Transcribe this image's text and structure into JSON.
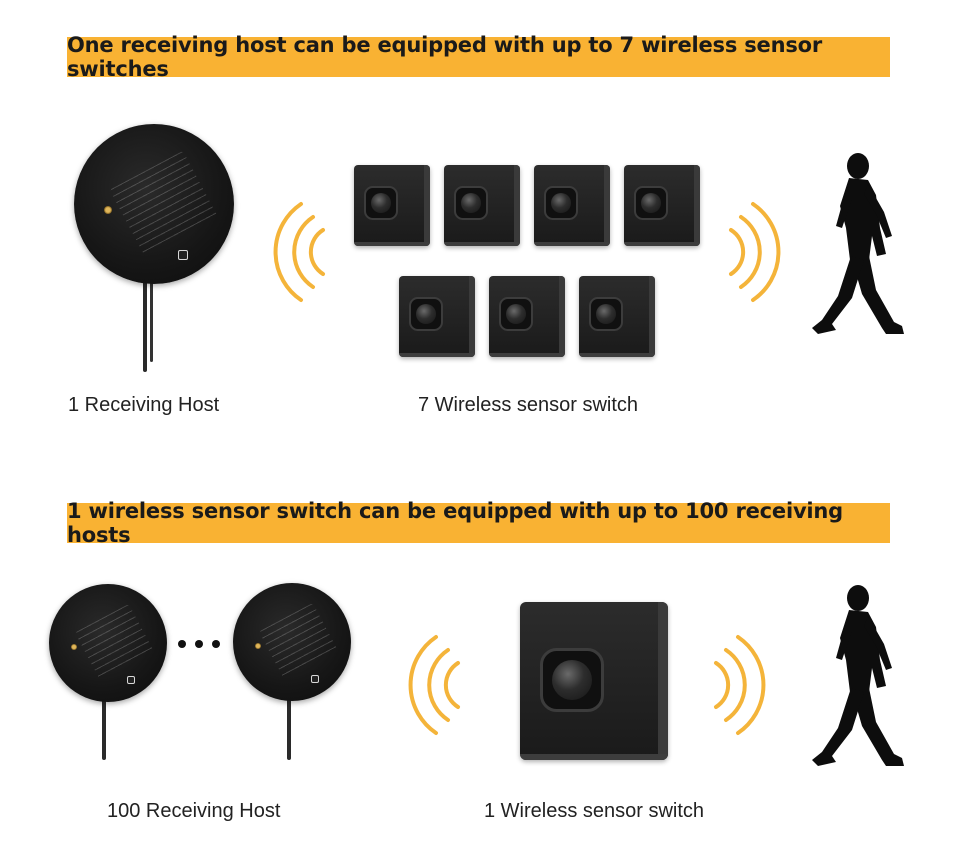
{
  "section1": {
    "banner": "One receiving host can be equipped with up to 7 wireless sensor switches",
    "host_caption": "1 Receiving Host",
    "sensor_caption": "7 Wireless sensor switch",
    "sensor_count": 7,
    "host_count": 1
  },
  "section2": {
    "banner": "1 wireless sensor switch can be equipped with up to 100 receiving hosts",
    "host_caption": "100 Receiving Host",
    "sensor_caption": "1 Wireless sensor switch",
    "sensor_count": 1,
    "host_count": 100
  },
  "colors": {
    "banner": "#f9b233",
    "signal_wave": "#f4b43a",
    "device": "#1a1a1a"
  },
  "icons": [
    "receiving-host-icon",
    "wireless-sensor-icon",
    "signal-wave-icon",
    "walking-person-icon",
    "ellipsis-icon"
  ]
}
